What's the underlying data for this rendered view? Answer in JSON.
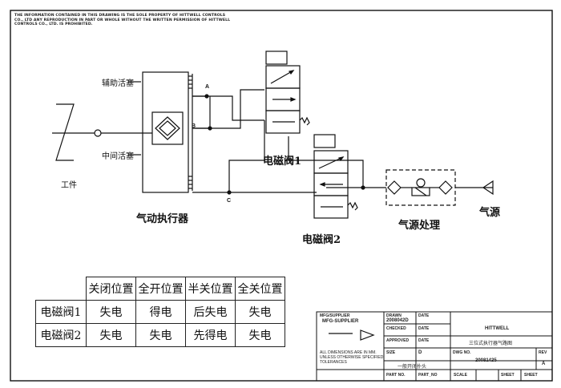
{
  "notice": {
    "line1": "THE INFORMATION CONTAINED IN THIS DRAWING IS THE SOLE PROPERTY OF HITTWELL CONTROLS",
    "line2": "CO., LTD ANY REPRODUCTION IN PART OR WHOLE WITHOUT THE WRITTEN PERMISSION OF HITTWELL",
    "line3": "CONTROLS CO., LTD. IS PROHIBITED."
  },
  "diagram": {
    "aux_piston": "辅助活塞",
    "middle_piston": "中间活塞",
    "workpiece": "工件",
    "actuator": "气动执行器",
    "valve1": "电磁阀1",
    "valve2": "电磁阀2",
    "air_treatment": "气源处理",
    "air_source": "气源",
    "port_a": "A",
    "port_b": "B",
    "port_c": "C"
  },
  "state_table": {
    "headers": [
      "关闭位置",
      "全开位置",
      "半关位置",
      "全关位置"
    ],
    "rows": [
      {
        "label": "电磁阀1",
        "cells": [
          "失电",
          "得电",
          "后失电",
          "失电"
        ]
      },
      {
        "label": "电磁阀2",
        "cells": [
          "失电",
          "失电",
          "先得电",
          "失电"
        ]
      }
    ]
  },
  "title_block": {
    "mfg_supplier_label": "MFG/SUPPLIER",
    "mfg_supplier_value": "MFG-SUPPLIER",
    "tolerance_note1": "ALL DIMENSIONS ARE IN MM.",
    "tolerance_note2": "UNLESS OTHERWISE SPECIFIED",
    "tolerance_note3": "TOLERANCES",
    "drawn_label": "DRAWN",
    "drawn_value": "2008042D",
    "checked_label": "CHECKED",
    "approved_label": "APPROVED",
    "date_label": "DATE",
    "company": "HITTWELL",
    "drawing_title": "三位式执行器气路图",
    "size_label": "SIZE",
    "size_value": "D",
    "fit_label": "一般开闭扑头",
    "dwg_no_label": "DWG NO.",
    "dwg_no_value": "20081425",
    "rev_label": "REV",
    "rev_value": "A",
    "part_label": "PART NO.",
    "part_no_label": "PART_NO",
    "scale_label": "SCALE",
    "sheet_label": "SHEET",
    "sheet2_label": "SHEET"
  }
}
